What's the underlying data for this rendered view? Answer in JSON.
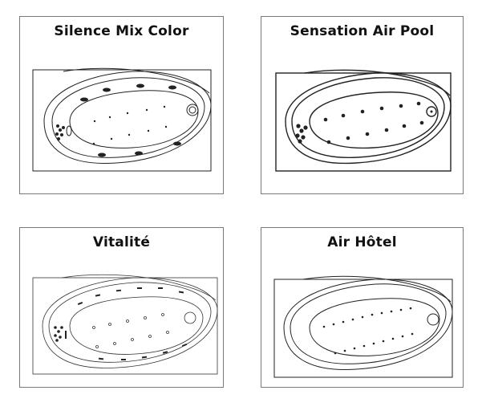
{
  "panels": [
    {
      "title": "Silence Mix Color"
    },
    {
      "title": "Sensation Air Pool"
    },
    {
      "title": "Vitalité"
    },
    {
      "title": "Air Hôtel"
    }
  ],
  "colors": {
    "line": "#222222",
    "border": "#7a7a7a",
    "background": "#ffffff"
  }
}
